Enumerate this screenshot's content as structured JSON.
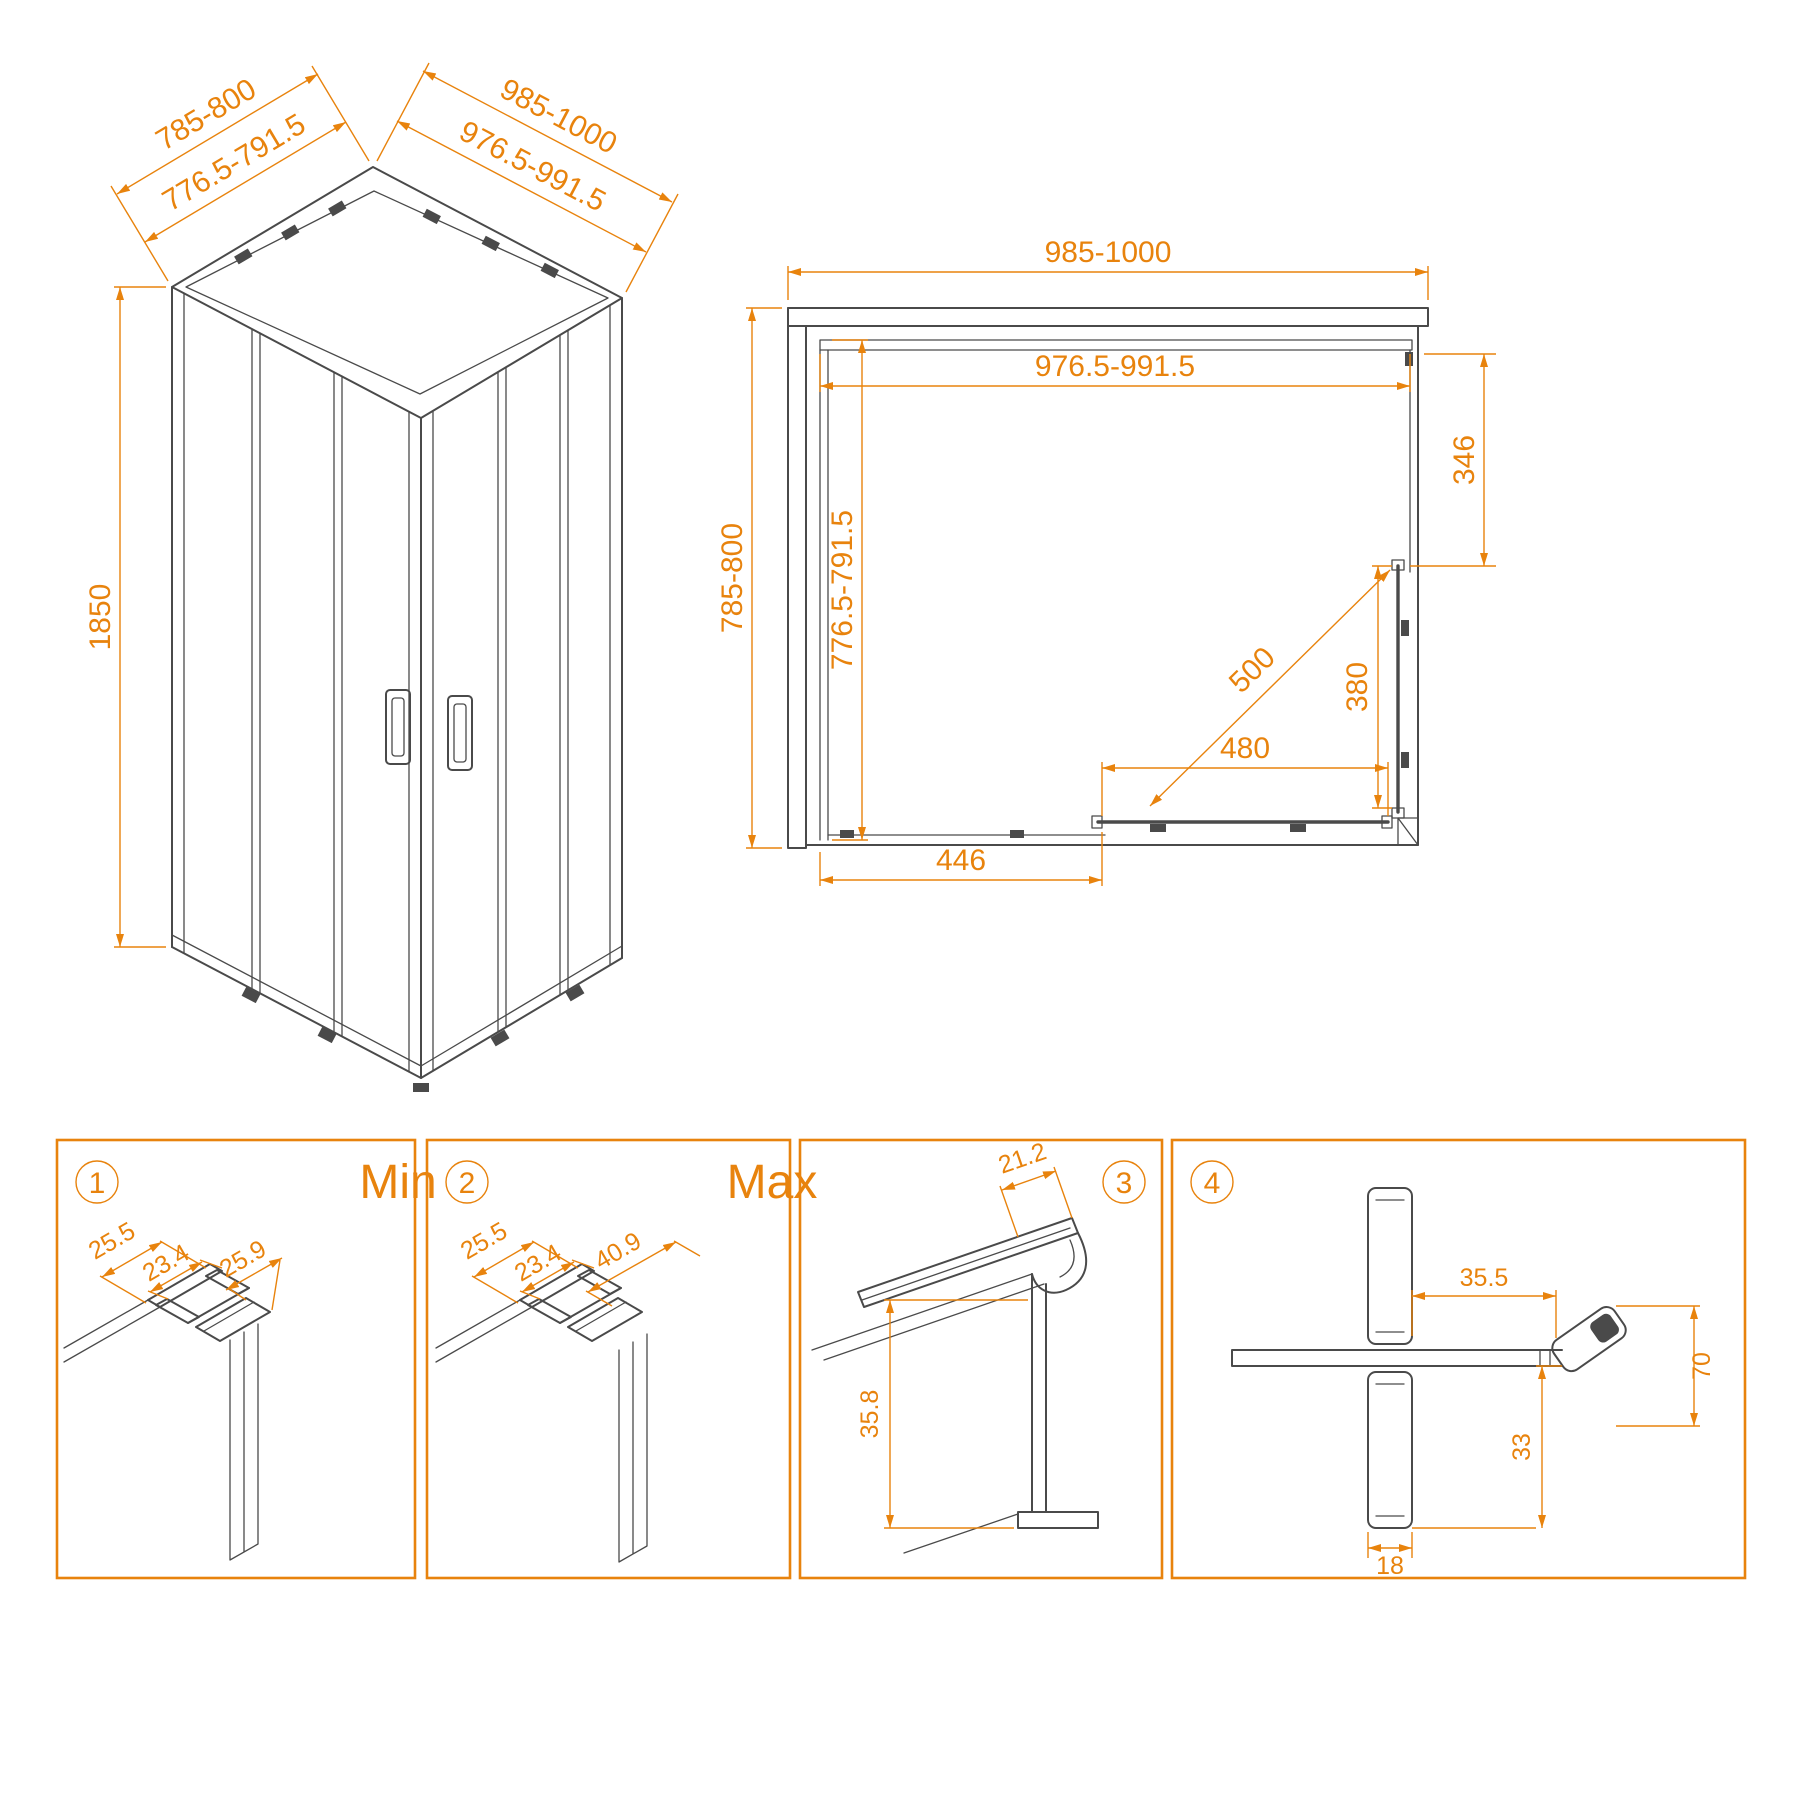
{
  "colors": {
    "accent": "#e8830d",
    "line": "#4a4a4a"
  },
  "isometric_view": {
    "dims": {
      "depth_outer": "785-800",
      "depth_inner": "776.5-791.5",
      "width_outer": "985-1000",
      "width_inner": "976.5-991.5",
      "height": "1850"
    }
  },
  "plan_view": {
    "dims": {
      "width_outer": "985-1000",
      "width_inner": "976.5-991.5",
      "depth_outer": "785-800",
      "depth_inner": "776.5-791.5",
      "right_fixed_panel": "346",
      "right_door": "380",
      "diagonal_opening": "500",
      "bottom_door": "480",
      "bottom_fixed_panel": "446"
    }
  },
  "detail_panels": [
    {
      "number": "1",
      "title": "Min",
      "dims": {
        "d1": "25.5",
        "d2": "23.4",
        "d3": "25.9"
      }
    },
    {
      "number": "2",
      "title": "Max",
      "dims": {
        "d1": "25.5",
        "d2": "23.4",
        "d3": "40.9"
      }
    },
    {
      "number": "3",
      "dims": {
        "d1": "21.2",
        "d2": "35.8"
      }
    },
    {
      "number": "4",
      "dims": {
        "d1": "35.5",
        "d2": "70",
        "d3": "33",
        "d4": "18"
      }
    }
  ]
}
